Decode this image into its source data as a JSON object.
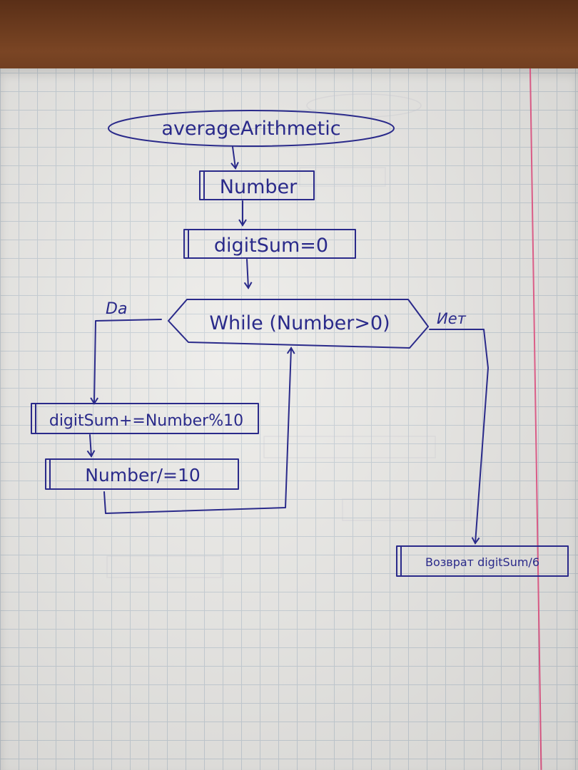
{
  "diagram": {
    "start": "averageArithmetic",
    "input": "Number",
    "init": "digitSum=0",
    "condition": "While (Number>0)",
    "yes_label": "Da",
    "no_label": "Иет",
    "step1": "digitSum+=Number%10",
    "step2": "Number/=10",
    "result": "Возврат digitSum/6"
  },
  "colors": {
    "ink": "#2a2a8a",
    "margin": "#e85a8a",
    "grid": "#c6cfd6",
    "paper": "#ecebe8",
    "table": "#6a3a1e"
  }
}
